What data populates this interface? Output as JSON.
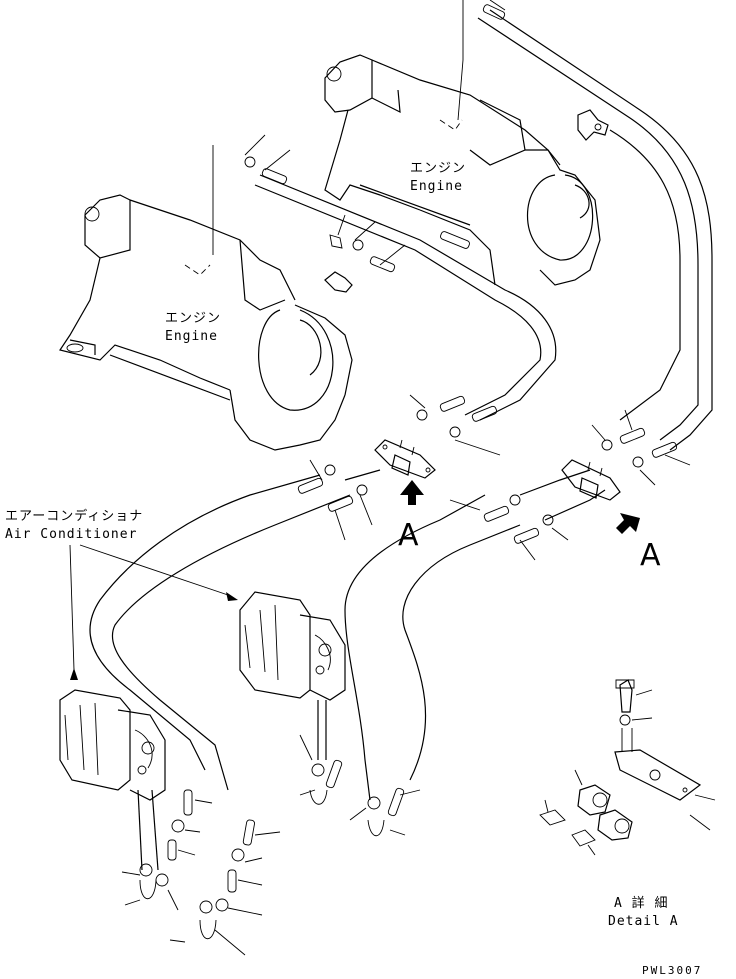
{
  "labels": {
    "engine_jp": "エンジン",
    "engine_en": "Engine",
    "aircon_jp": "エアーコンディショナ",
    "aircon_en": "Air Conditioner",
    "view_marker": "A",
    "detail_jp": "A 詳 細",
    "detail_en": "Detail A",
    "drawing_code": "PWL3007"
  }
}
